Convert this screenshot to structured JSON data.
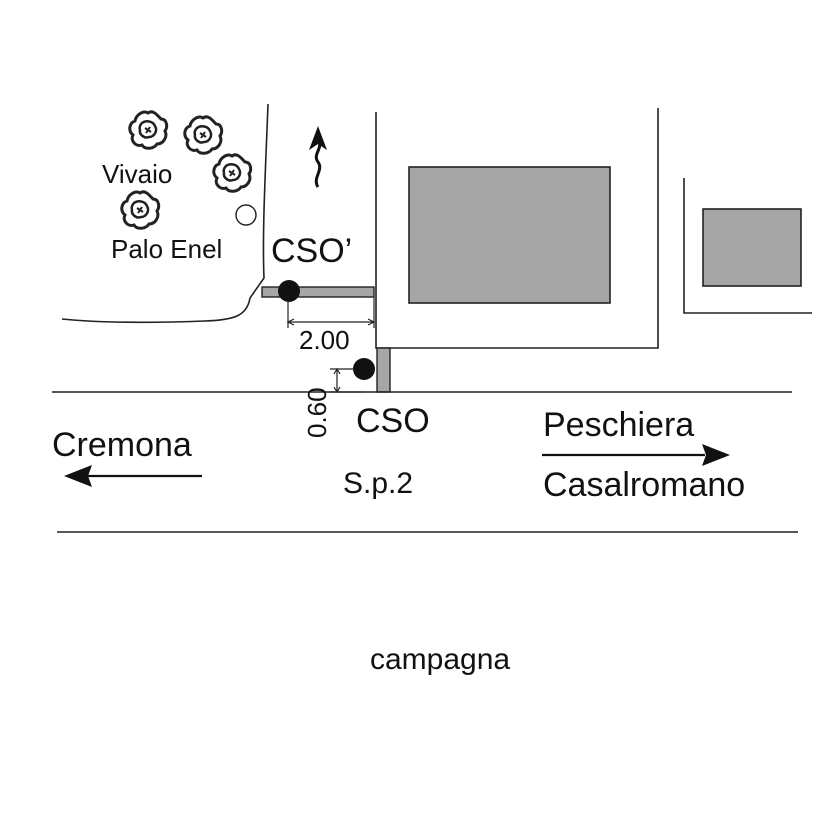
{
  "labels": {
    "vivaio": "Vivaio",
    "palo_enel": "Palo Enel",
    "cso_prime": "CSO’",
    "cso": "CSO",
    "road_name": "S.p.2",
    "dim_horizontal": "2.00",
    "dim_vertical": "0.60",
    "west_destination": "Cremona",
    "east_destination_1": "Peschiera",
    "east_destination_2": "Casalromano",
    "south_area": "campagna"
  },
  "colors": {
    "building_fill": "#a6a6a6",
    "line": "#222222",
    "marker": "#111111"
  },
  "icons": {
    "north_arrow": "north-arrow-icon",
    "tree": "shrub-icon",
    "pole": "utility-pole-icon",
    "west_arrow": "arrow-left-icon",
    "east_arrow": "arrow-right-icon"
  }
}
